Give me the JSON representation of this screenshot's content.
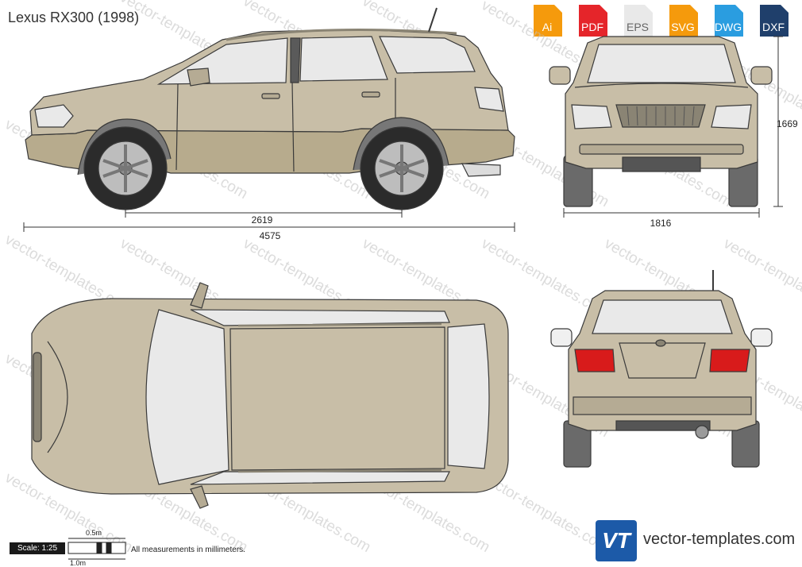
{
  "title": "Lexus RX300 (1998)",
  "formats": [
    {
      "label": "Ai",
      "color": "#f59a0c"
    },
    {
      "label": "PDF",
      "color": "#e5252a"
    },
    {
      "label": "EPS",
      "color": "#e9e9e9"
    },
    {
      "label": "SVG",
      "color": "#f59a0c"
    },
    {
      "label": "DWG",
      "color": "#2a9de0"
    },
    {
      "label": "DXF",
      "color": "#1f3f6b"
    }
  ],
  "dimensions": {
    "wheelbase": "2619",
    "length": "4575",
    "width": "1816",
    "height": "1669"
  },
  "scale": {
    "label": "Scale: 1:25",
    "half_meter": "0.5m",
    "one_meter": "1.0m"
  },
  "note": "All measurements in millimeters.",
  "watermark": "vector-templates.com",
  "brand": {
    "logo_text": "VT",
    "site": "vector-templates.com"
  },
  "colors": {
    "body": "#c8bea7",
    "body_shade": "#b5ab94",
    "lower_body": "#b7ab8d",
    "glass": "#e9e9e9",
    "trim": "#6b6b6b",
    "taillight": "#d81b1b"
  }
}
